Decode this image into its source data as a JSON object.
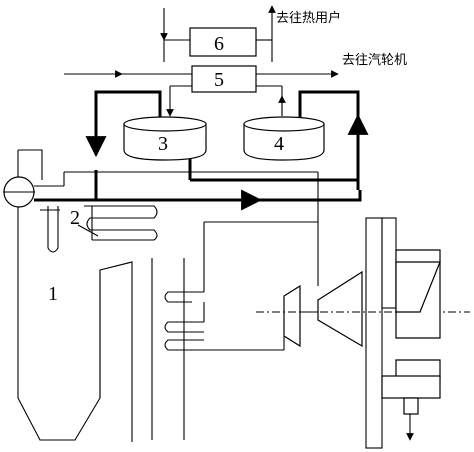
{
  "components": [
    {
      "id": "boiler",
      "number": "1"
    },
    {
      "id": "heater",
      "number": "2"
    },
    {
      "id": "tank-3",
      "number": "3"
    },
    {
      "id": "tank-4",
      "number": "4"
    },
    {
      "id": "box-5",
      "number": "5"
    },
    {
      "id": "box-6",
      "number": "6"
    }
  ],
  "labels": {
    "to_heat_users": "去往热用户",
    "to_turbine": "去往汽轮机"
  }
}
